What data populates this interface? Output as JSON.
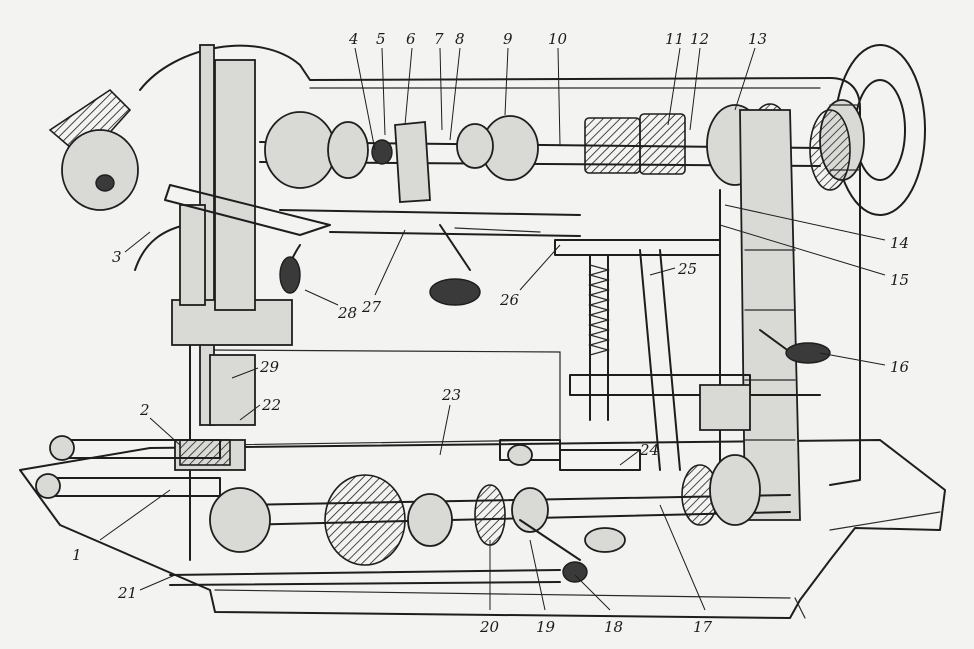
{
  "figure": {
    "labels": [
      "1",
      "2",
      "3",
      "4",
      "5",
      "6",
      "7",
      "8",
      "9",
      "10",
      "11",
      "12",
      "13",
      "14",
      "15",
      "16",
      "17",
      "18",
      "19",
      "20",
      "21",
      "22",
      "23",
      "24",
      "25",
      "26",
      "27",
      "28",
      "29"
    ]
  },
  "colors": {
    "ink": "#1e1e1e",
    "paper": "#f3f3f1",
    "shade": "#d9d9d6"
  }
}
